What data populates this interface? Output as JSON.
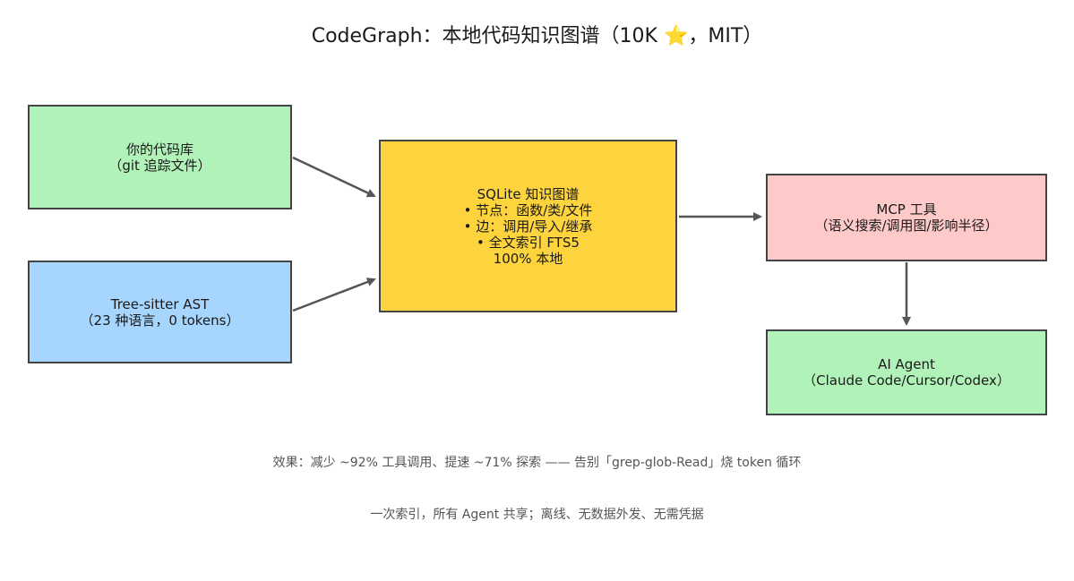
{
  "title": "CodeGraph：本地代码知识图谱（10K ⭐，MIT）",
  "colors": {
    "green": "#b1f2b9",
    "blue": "#a6d5fd",
    "yellow": "#fdd43d",
    "pink": "#fec9c9",
    "border": "#444444",
    "arrow": "#555555"
  },
  "nodes": {
    "repo": {
      "lines": [
        "你的代码库",
        "（git 追踪文件）"
      ]
    },
    "ast": {
      "lines": [
        "Tree-sitter AST",
        "（23 种语言，0 tokens）"
      ]
    },
    "sqlite": {
      "lines": [
        "SQLite 知识图谱",
        "• 节点：函数/类/文件",
        "• 边：调用/导入/继承",
        "• 全文索引 FTS5",
        "100% 本地"
      ]
    },
    "mcp": {
      "lines": [
        "MCP 工具",
        "（语义搜索/调用图/影响半径）"
      ]
    },
    "agent": {
      "lines": [
        "AI Agent",
        "（Claude Code/Cursor/Codex）"
      ]
    }
  },
  "edges": [
    {
      "from": "repo",
      "to": "sqlite"
    },
    {
      "from": "ast",
      "to": "sqlite"
    },
    {
      "from": "sqlite",
      "to": "mcp"
    },
    {
      "from": "mcp",
      "to": "agent"
    }
  ],
  "notes": {
    "effect": "效果：减少 ~92% 工具调用、提速 ~71% 探索 —— 告别「grep-glob-Read」烧 token 循环",
    "privacy": "一次索引，所有 Agent 共享；离线、无数据外发、无需凭据"
  }
}
